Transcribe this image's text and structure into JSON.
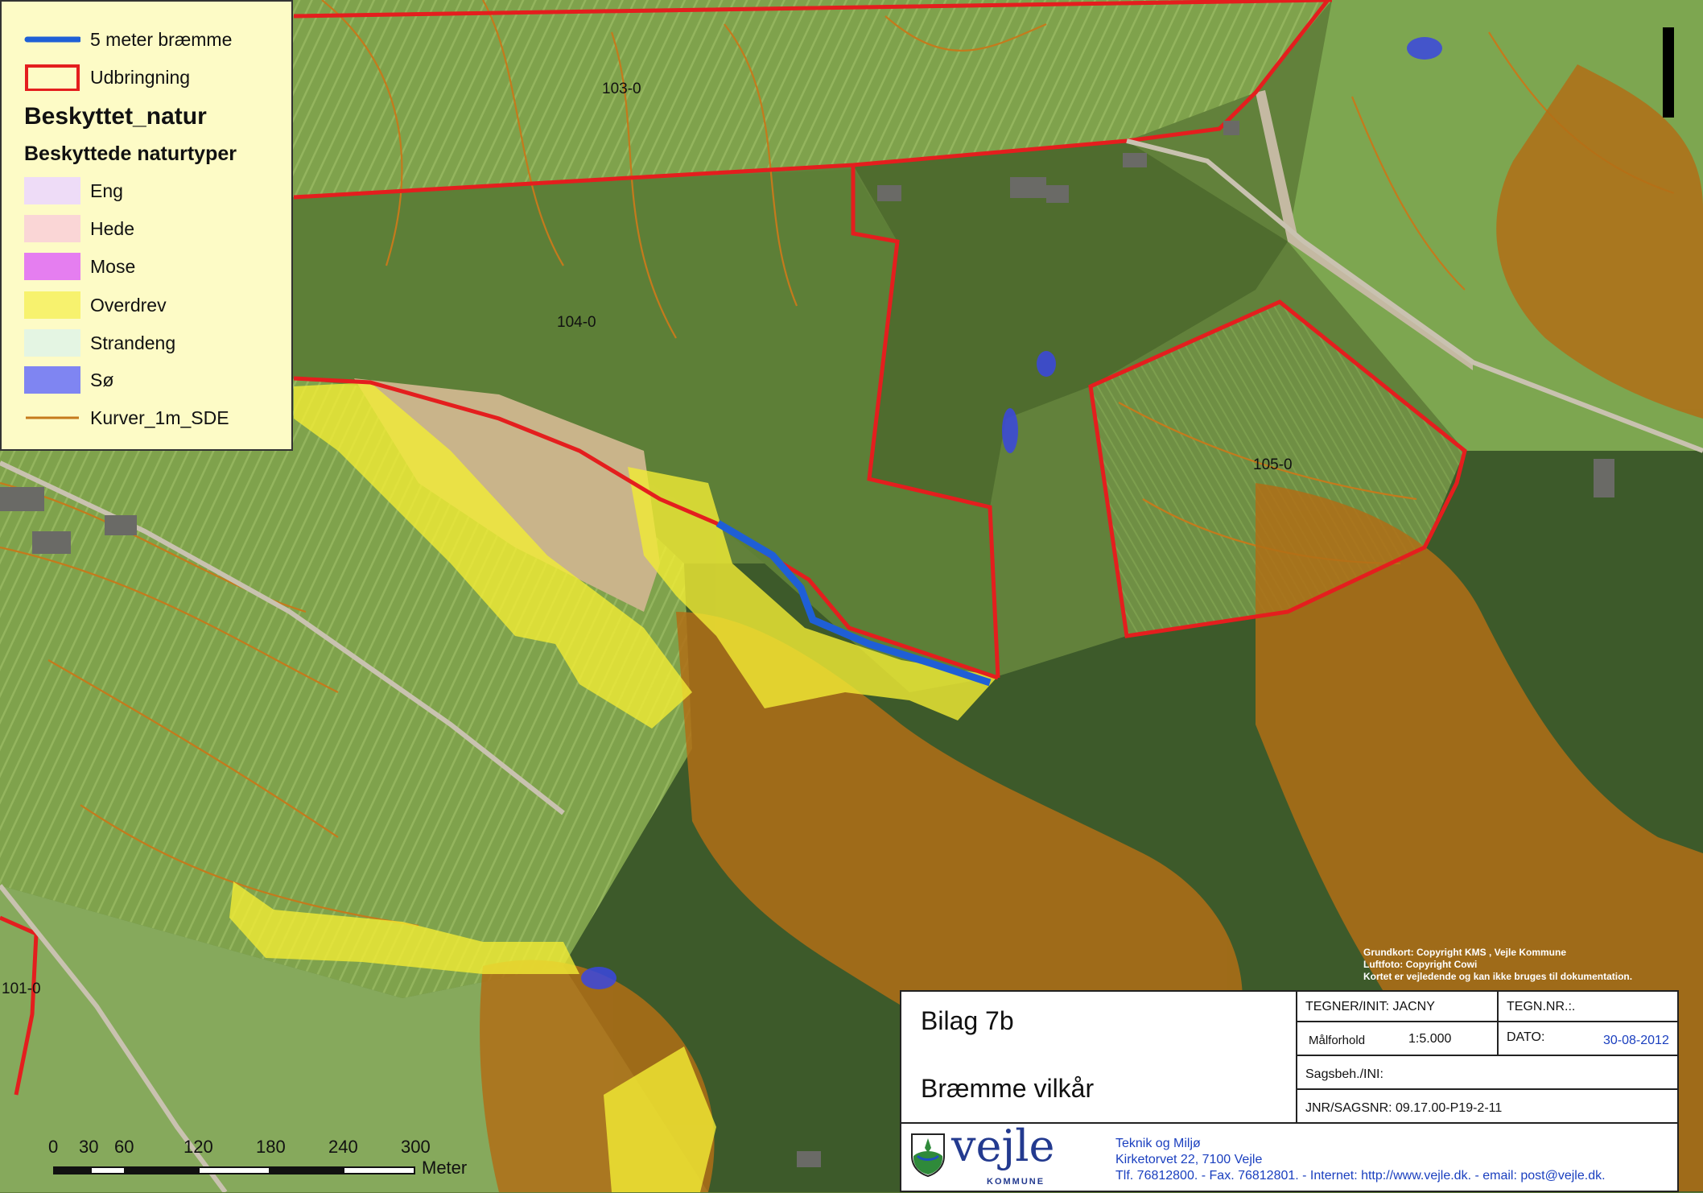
{
  "map": {
    "parcels": [
      "103-0",
      "104-0",
      "105-0",
      "101-0"
    ]
  },
  "legend": {
    "items_top": [
      {
        "label": "5 meter bræmme",
        "symbol": "blue-line",
        "color": "#1f5fd6"
      },
      {
        "label": "Udbringning",
        "symbol": "red-outline-box",
        "color": "#e41e1e"
      }
    ],
    "group_title": "Beskyttet_natur",
    "subgroup_title": "Beskyttede naturtyper",
    "nature_types": [
      {
        "label": "Eng",
        "color": "#eedcf7"
      },
      {
        "label": "Hede",
        "color": "#fad6d6"
      },
      {
        "label": "Mose",
        "color": "#e57ef0"
      },
      {
        "label": "Overdrev",
        "color": "#f7f26e"
      },
      {
        "label": "Strandeng",
        "color": "#e4f5e3"
      },
      {
        "label": "Sø",
        "color": "#7f85f2"
      }
    ],
    "contour": {
      "label": "Kurver_1m_SDE",
      "color": "#c57a1c"
    }
  },
  "credits": [
    "Grundkort: Copyright KMS , Vejle Kommune",
    "Luftfoto: Copyright Cowi",
    "Kortet er vejledende og kan ikke bruges til dokumentation."
  ],
  "scale": {
    "ticks": [
      "0",
      "30",
      "60",
      "120",
      "180",
      "240",
      "300"
    ],
    "unit": "Meter"
  },
  "titleblock": {
    "title": "Bilag 7b",
    "subtitle": "Bræmme vilkår",
    "tegner": "TEGNER/INIT: JACNY",
    "tegn_nr": "TEGN.NR.:.",
    "maalforhold_label": "Målforhold",
    "maalforhold_value": "1:5.000",
    "dato_label": "DATO:",
    "dato_value": "30-08-2012",
    "sagsbeh": "Sagsbeh./INI:",
    "jnr": "JNR/SAGSNR: 09.17.00-P19-2-11",
    "org_line1": "Teknik og Miljø",
    "org_line2": "Kirketorvet 22, 7100 Vejle",
    "org_line3": "Tlf. 76812800. - Fax. 76812801. - Internet: http://www.vejle.dk. - email: post@vejle.dk.",
    "logo_word": "vejle",
    "logo_sub": "KOMMUNE"
  }
}
